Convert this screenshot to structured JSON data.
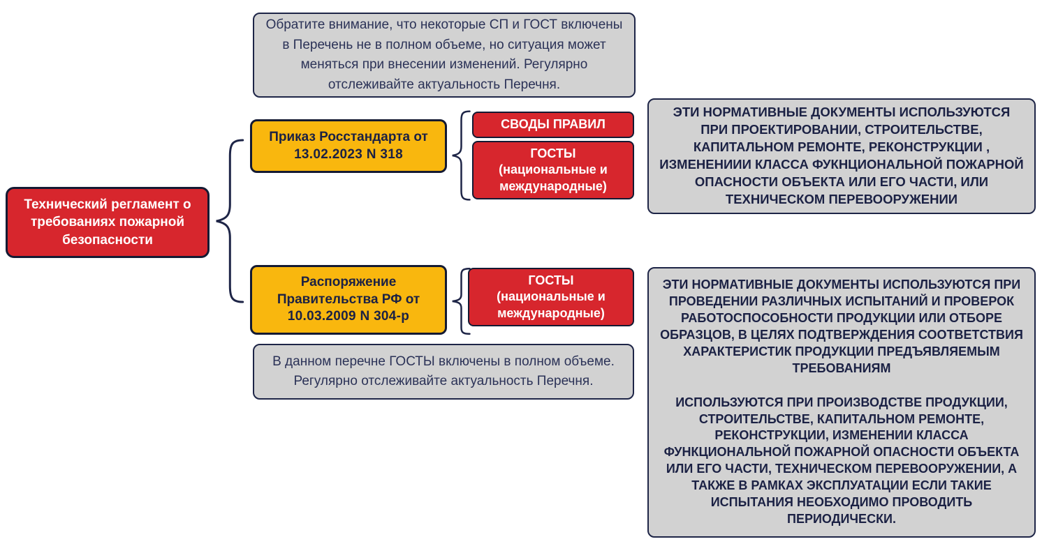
{
  "diagram": {
    "title_domain": "Нормативные документы пожарной безопасности",
    "colors": {
      "red": "#d7262d",
      "yellow": "#f9b70e",
      "gray": "#d2d2d2",
      "dark_navy": "#1e2547",
      "white": "#ffffff"
    },
    "root": {
      "label": "Технический регламент о требованиях пожарной безопасности"
    },
    "note_top": "Обратите внимание, что некоторые СП и ГОСТ включены в Перечень не в полном объеме, но ситуация может меняться при внесении изменений. Регулярно отслеживайте актуальность Перечня.",
    "branch1": {
      "order_line1": "Приказ Росстандарта от",
      "order_line2": "13.02.2023 N 318",
      "doc1_label": "СВОДЫ ПРАВИЛ",
      "doc2_title": "ГОСТЫ",
      "doc2_subtitle": "(национальные и международные)",
      "usage": "ЭТИ НОРМАТИВНЫЕ ДОКУМЕНТЫ ИСПОЛЬЗУЮТСЯ ПРИ ПРОЕКТИРОВАНИИ, СТРОИТЕЛЬСТВЕ, КАПИТАЛЬНОМ РЕМОНТЕ, РЕКОНСТРУКЦИИ , ИЗМЕНЕНИИИ КЛАССА ФУКНЦИОНАЛЬНОЙ ПОЖАРНОЙ ОПАСНОСТИ ОБЪЕКТА ИЛИ ЕГО ЧАСТИ, ИЛИ ТЕХНИЧЕСКОМ ПЕРЕВООРУЖЕНИИ"
    },
    "branch2": {
      "order_line1": "Распоряжение Правительства РФ от",
      "order_line2": "10.03.2009 N 304-р",
      "doc_title": "ГОСТЫ",
      "doc_subtitle": "(национальные и международные)",
      "note": "В данном перечне ГОСТЫ включены в полном объеме. Регулярно отслеживайте актуальность Перечня.",
      "usage_p1": "ЭТИ НОРМАТИВНЫЕ ДОКУМЕНТЫ ИСПОЛЬЗУЮТСЯ ПРИ ПРОВЕДЕНИИ РАЗЛИЧНЫХ ИСПЫТАНИЙ И ПРОВЕРОК РАБОТОСПОСОБНОСТИ ПРОДУКЦИИ ИЛИ ОТБОРЕ ОБРАЗЦОВ, В ЦЕЛЯХ ПОДТВЕРЖДЕНИЯ СООТВЕТСТВИЯ ХАРАКТЕРИСТИК ПРОДУКЦИИ ПРЕДЪЯВЛЯЕМЫМ ТРЕБОВАНИЯМ",
      "usage_p2": "ИСПОЛЬЗУЮТСЯ ПРИ ПРОИЗВОДСТВЕ ПРОДУКЦИИ, СТРОИТЕЛЬСТВЕ, КАПИТАЛЬНОМ РЕМОНТЕ, РЕКОНСТРУКЦИИ, ИЗМЕНЕНИИ КЛАССА ФУНКЦИОНАЛЬНОЙ ПОЖАРНОЙ ОПАСНОСТИ ОБЪЕКТА ИЛИ ЕГО ЧАСТИ, ТЕХНИЧЕСКОМ ПЕРЕВООРУЖЕНИИ, А ТАКЖЕ В РАМКАХ ЭКСПЛУАТАЦИИ ЕСЛИ ТАКИЕ ИСПЫТАНИЯ НЕОБХОДИМО ПРОВОДИТЬ ПЕРИОДИЧЕСКИ."
    }
  }
}
